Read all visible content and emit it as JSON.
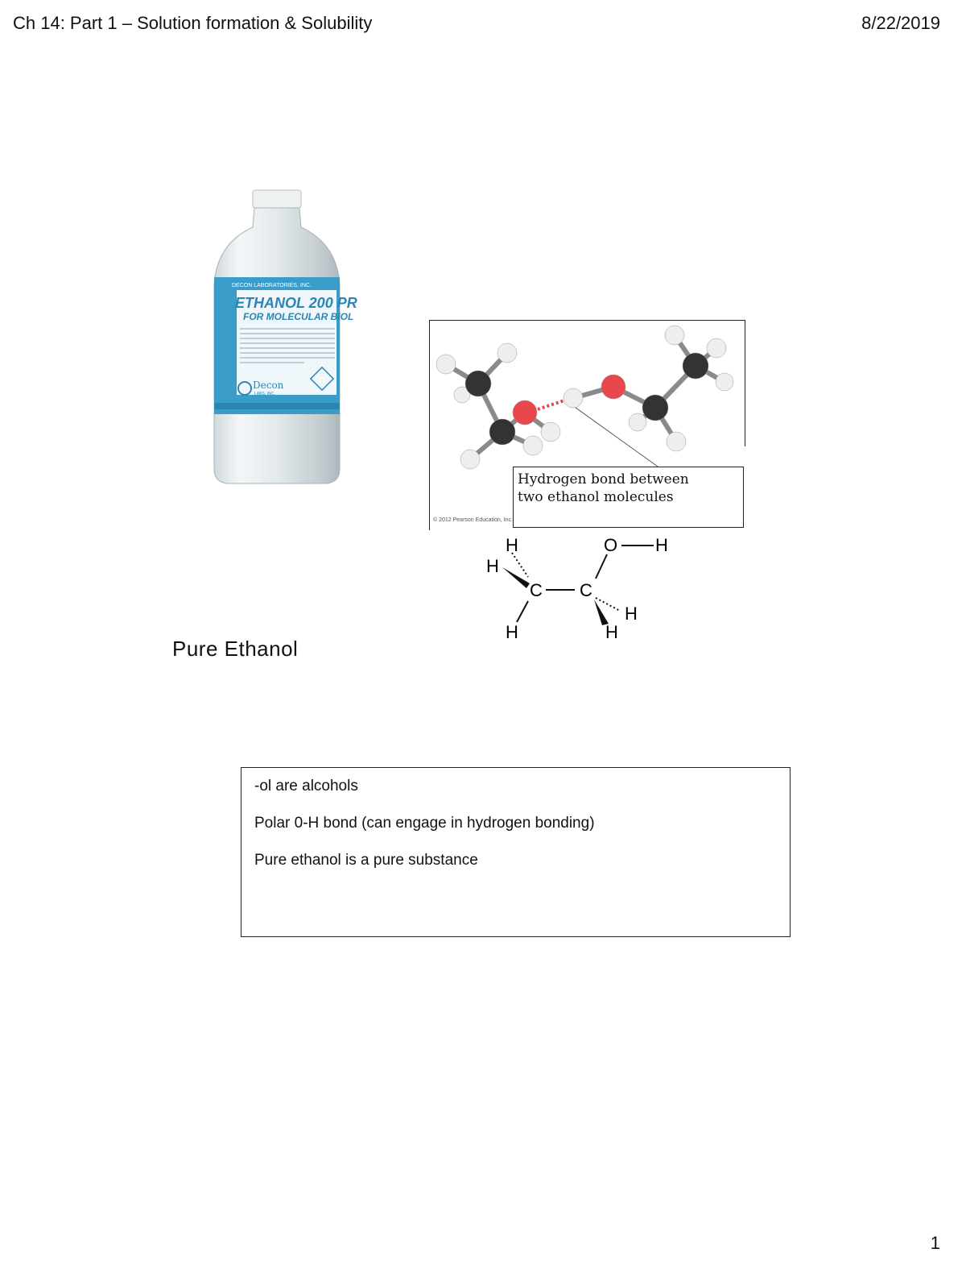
{
  "header": {
    "title": "Ch 14: Part 1 – Solution formation & Solubility",
    "date": "8/22/2019"
  },
  "page_number": "1",
  "bottle": {
    "brand_line": "DECON LABORATORIES, INC.",
    "product": "ETHANOL 200 PR",
    "subtitle": "FOR MOLECULAR BIOL",
    "logo": "Decon",
    "logo_sub": "LABS, INC."
  },
  "caption": "Pure Ethanol",
  "hbond_figure": {
    "label_line1": "Hydrogen bond between",
    "label_line2": "two ethanol molecules",
    "copyright": "© 2012 Pearson Education, Inc."
  },
  "structure": {
    "atoms": {
      "h": "H",
      "c": "C",
      "o": "O"
    }
  },
  "notes": [
    "-ol are alcohols",
    "Polar 0-H bond (can engage in hydrogen bonding)",
    "Pure ethanol is a pure substance"
  ],
  "colors": {
    "label_blue": "#3a9cc9",
    "oxygen": "#e8474c",
    "carbon": "#333333",
    "hydrogen": "#eeeeee"
  }
}
